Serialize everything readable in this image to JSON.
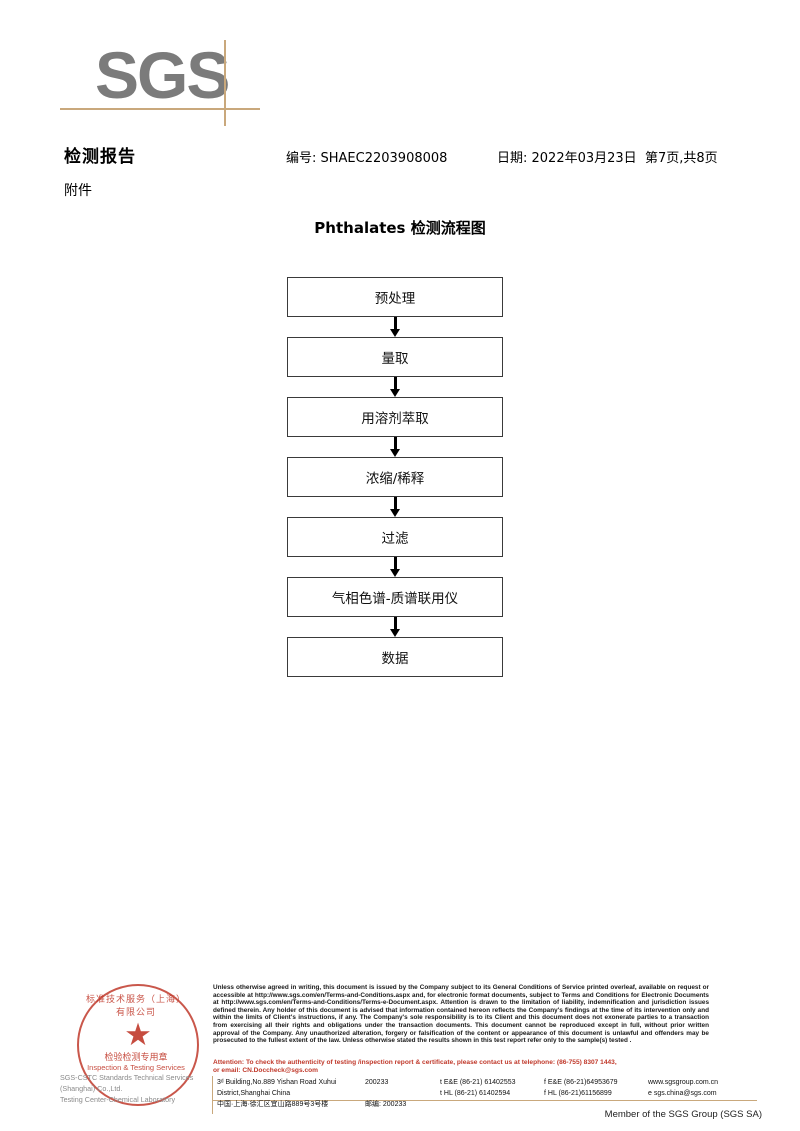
{
  "logo": {
    "text": "SGS"
  },
  "header": {
    "report_title": "检测报告",
    "attachment_label": "附件",
    "report_no": "编号: SHAEC2203908008",
    "date": "日期: 2022年03月23日",
    "page": "第7页,共8页"
  },
  "flowchart": {
    "title": "Phthalates 检测流程图",
    "steps": [
      {
        "label": "预处理"
      },
      {
        "label": "量取"
      },
      {
        "label": "用溶剂萃取"
      },
      {
        "label": "浓缩/稀释"
      },
      {
        "label": "过滤"
      },
      {
        "label": "气相色谱-质谱联用仪"
      },
      {
        "label": "数据"
      }
    ]
  },
  "footer": {
    "stamp": {
      "arc_text": "标准技术服务（上海）有限公司",
      "star": "★",
      "cn_text": "检验检测专用章",
      "en_text": "Inspection & Testing Services"
    },
    "company": {
      "line1": "SGS-CSTC Standards Technical Services (Shanghai) Co.,Ltd.",
      "line2": "Testing Center-Chemical Laboratory"
    },
    "legal": [
      "Unless otherwise agreed in writing, this document is issued by the Company subject to its General Conditions of Service printed overleaf, available on request or accessible at http://www.sgs.com/en/Terms-and-Conditions.aspx and, for electronic format documents, subject to Terms and Conditions for Electronic Documents at http://www.sgs.com/en/Terms-and-Conditions/Terms-e-Document.aspx. Attention is drawn to the limitation of liability, indemnification and jurisdiction issues defined therein. Any holder of this document is advised that information contained hereon reflects the Company's findings at the time of its intervention only and within the limits of Client's instructions, if any. The Company's sole responsibility is to its Client and this document does not exonerate parties to a transaction from exercising all their rights and obligations under the transaction documents. This document cannot be reproduced except in full, without prior written approval of the Company. Any unauthorized alteration, forgery or falsification of the content or appearance of this document is unlawful and offenders may be prosecuted to the fullest extent of the law. Unless otherwise stated the results shown in this test report refer only to the sample(s) tested ."
    ],
    "attention": [
      "Attention: To check the authenticity of testing /inspection report & certificate, please contact us at telephone: (86-755) 8307 1443,",
      "or email: CN.Doccheck@sgs.com"
    ],
    "address": {
      "en_address": "3ᵈ Building,No.889 Yishan Road Xuhui District,Shanghai China",
      "en_zip": "200233",
      "cn_address": "中国·上海·徐汇区宜山路889号3号楼",
      "cn_zip": "邮编: 200233"
    },
    "contacts": [
      {
        "col1": "t E&E (86-21) 61402553",
        "col2": "f E&E (86-21)64953679",
        "col3": "www.sgsgroup.com.cn"
      },
      {
        "col1": "t HL (86-21) 61402594",
        "col2": "f HL (86-21)61156899",
        "col3": "e  sgs.china@sgs.com"
      }
    ],
    "member_line": "Member of the SGS Group (SGS SA)"
  },
  "colors": {
    "logo_grey": "#7b7b7b",
    "accent_tan": "#c9a87c",
    "stamp_red": "#c0392b"
  }
}
